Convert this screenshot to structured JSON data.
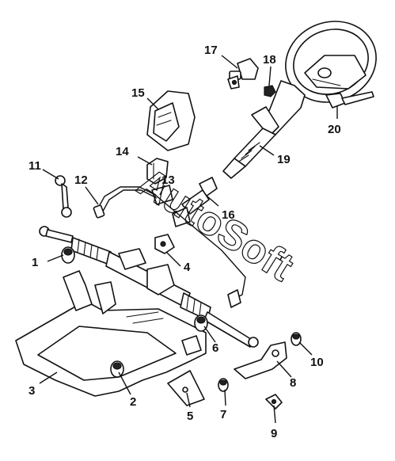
{
  "watermark": "AutoSoft",
  "callouts": [
    {
      "id": "1",
      "label": "1"
    },
    {
      "id": "2",
      "label": "2"
    },
    {
      "id": "3",
      "label": "3"
    },
    {
      "id": "4",
      "label": "4"
    },
    {
      "id": "5",
      "label": "5"
    },
    {
      "id": "6",
      "label": "6"
    },
    {
      "id": "7",
      "label": "7"
    },
    {
      "id": "8",
      "label": "8"
    },
    {
      "id": "9",
      "label": "9"
    },
    {
      "id": "10",
      "label": "10"
    },
    {
      "id": "11",
      "label": "11"
    },
    {
      "id": "12",
      "label": "12"
    },
    {
      "id": "13",
      "label": "13"
    },
    {
      "id": "14",
      "label": "14"
    },
    {
      "id": "15",
      "label": "15"
    },
    {
      "id": "16",
      "label": "16"
    },
    {
      "id": "17",
      "label": "17"
    },
    {
      "id": "18",
      "label": "18"
    },
    {
      "id": "19",
      "label": "19"
    },
    {
      "id": "20",
      "label": "20"
    }
  ]
}
